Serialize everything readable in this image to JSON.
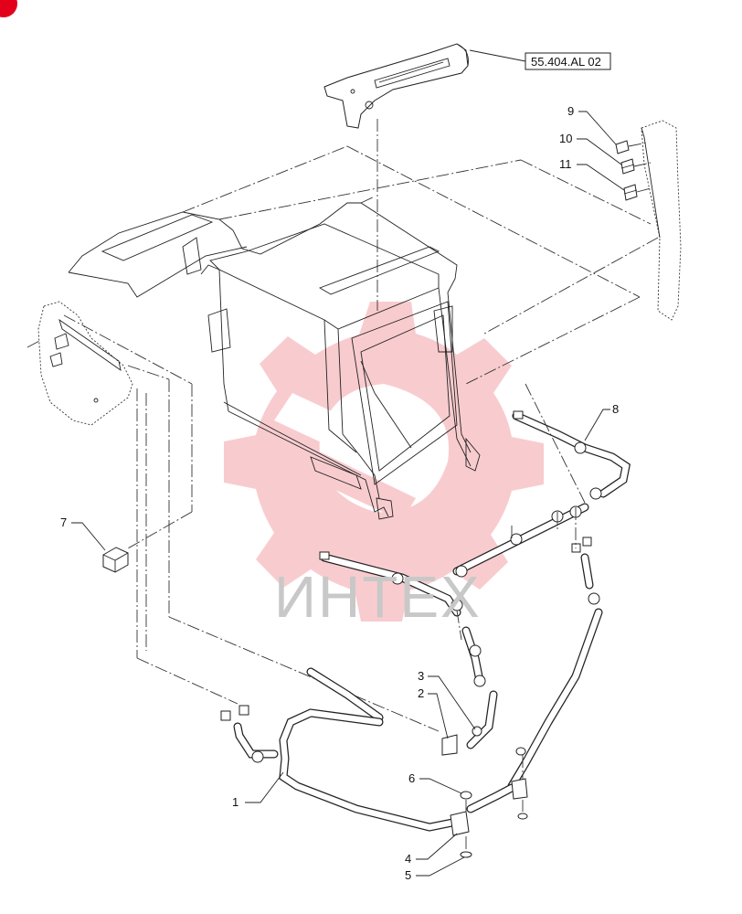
{
  "diagram": {
    "reference_label": "55.404.AL 02",
    "watermark_text": "ИНТЕХ",
    "brand_badge_color": "#e3001b",
    "watermark_color": "#f3a3a8",
    "callouts": [
      {
        "id": "c1",
        "label": "1"
      },
      {
        "id": "c2",
        "label": "2"
      },
      {
        "id": "c3",
        "label": "3"
      },
      {
        "id": "c4",
        "label": "4"
      },
      {
        "id": "c5",
        "label": "5"
      },
      {
        "id": "c6",
        "label": "6"
      },
      {
        "id": "c7",
        "label": "7"
      },
      {
        "id": "c8",
        "label": "8"
      },
      {
        "id": "c9",
        "label": "9"
      },
      {
        "id": "c10",
        "label": "10"
      },
      {
        "id": "c11",
        "label": "11"
      }
    ]
  }
}
